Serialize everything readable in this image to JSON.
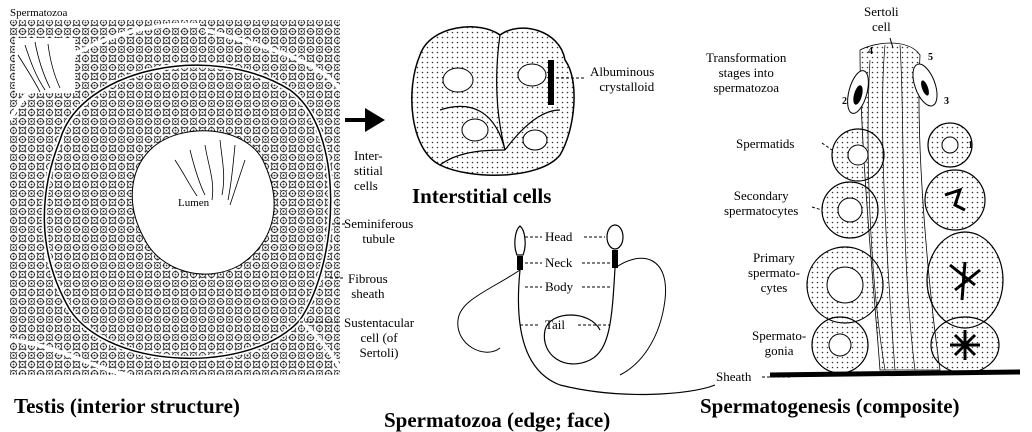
{
  "testis": {
    "label_spermatozoa": "Spermatozoa",
    "label_lumen": "Lumen",
    "label_interstitial": "Inter-\nstitial\ncells",
    "label_seminiferous": "Seminiferous\ntubule",
    "label_fibrous": "Fibrous\nsheath",
    "label_sustentacular": "Sustentacular\ncell (of\nSertoli)",
    "title": "Testis (interior structure)"
  },
  "interstitial": {
    "label_albuminous": "Albuminous\ncrystalloid",
    "title": "Interstitial cells"
  },
  "spermatozoa": {
    "label_head": "Head",
    "label_neck": "Neck",
    "label_body": "Body",
    "label_tail": "Tail",
    "title": "Spermatozoa (edge; face)"
  },
  "spermatogenesis": {
    "label_sertoli": "Sertoli\ncell",
    "label_transformation": "Transformation\nstages into\nspermatozoa",
    "label_spermatids": "Spermatids",
    "label_secondary": "Secondary\nspermatocytes",
    "label_primary": "Primary\nspermato-\ncytes",
    "label_spermatogonia": "Spermato-\ngonia",
    "label_sheath": "Sheath",
    "stage_numbers": [
      "1",
      "2",
      "3",
      "4",
      "5"
    ],
    "title": "Spermatogenesis (composite)"
  }
}
